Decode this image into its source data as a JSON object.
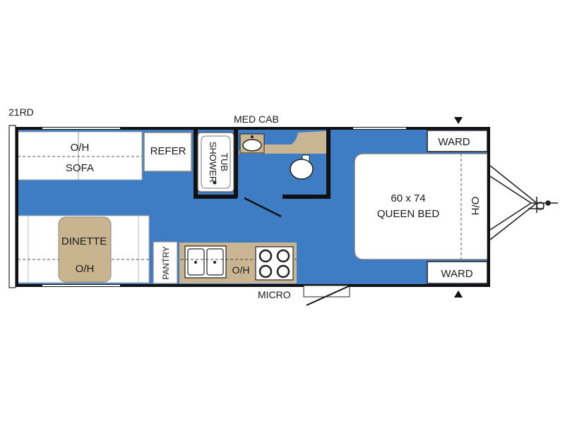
{
  "model": "21RD",
  "labels": {
    "med_cab": "MED CAB",
    "micro": "MICRO",
    "oh": "O/H",
    "sofa": "SOFA",
    "refer": "REFER",
    "tub": "TUB",
    "shower": "SHOWER",
    "dinette": "DINETTE",
    "pantry": "PANTRY",
    "bed_size": "60 x 74",
    "bed_name": "QUEEN BED",
    "ward": "WARD"
  },
  "colors": {
    "floor": "#3e7dc4",
    "outline": "#111111",
    "furniture": "#ffffff",
    "cabinet_tan": "#c9b592",
    "dinette_tan": "#c8b58f"
  }
}
